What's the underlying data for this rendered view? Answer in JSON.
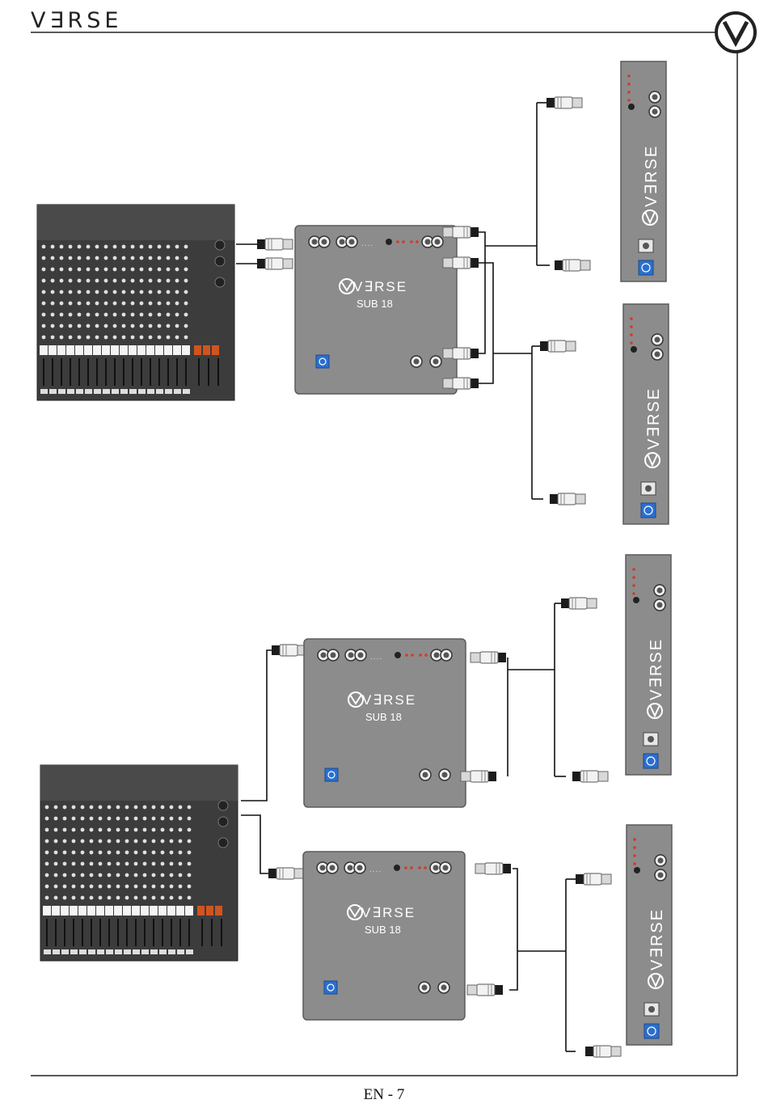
{
  "header": {
    "brand": "V∃RSE"
  },
  "footer": {
    "page_number": "EN - 7"
  },
  "device": {
    "sub_brand": "V∃RSE",
    "sub_model": "SUB 18",
    "top_brand": "V∃RSE"
  },
  "colors": {
    "panel": "#8c8c8c",
    "panel_dark": "#6b6b6b",
    "speakon": "#2a6fd0",
    "led": "#d23a2a",
    "cable": "#111111",
    "mixer": "#3c3c3c"
  }
}
